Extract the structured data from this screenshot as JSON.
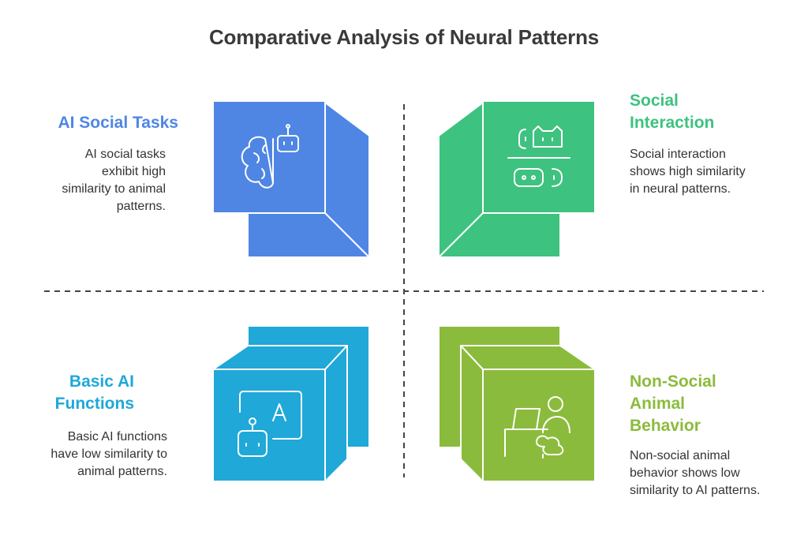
{
  "title": "Comparative Analysis of Neural Patterns",
  "colors": {
    "ai_social": "#4f86e4",
    "social_interaction": "#3ec27f",
    "basic_ai": "#1fa8d8",
    "non_social": "#8bbb3c",
    "divider": "#444444"
  },
  "quadrants": [
    {
      "id": "ai-social-tasks",
      "title": "AI Social Tasks",
      "description": "AI social tasks exhibit high similarity to animal patterns.",
      "color": "#4f86e4",
      "icon": "brain-robot-icon"
    },
    {
      "id": "social-interaction",
      "title": "Social Interaction",
      "description": "Social interaction shows high similarity in neural patterns.",
      "color": "#3ec27f",
      "icon": "animal-robot-faces-icon"
    },
    {
      "id": "basic-ai-functions",
      "title": "Basic AI Functions",
      "description": "Basic AI functions have low similarity to animal patterns.",
      "color": "#1fa8d8",
      "icon": "robot-chat-icon"
    },
    {
      "id": "non-social-animal-behavior",
      "title": "Non-Social Animal Behavior",
      "description": "Non-social animal behavior shows low similarity to AI patterns.",
      "color": "#8bbb3c",
      "icon": "person-desk-icon"
    }
  ]
}
